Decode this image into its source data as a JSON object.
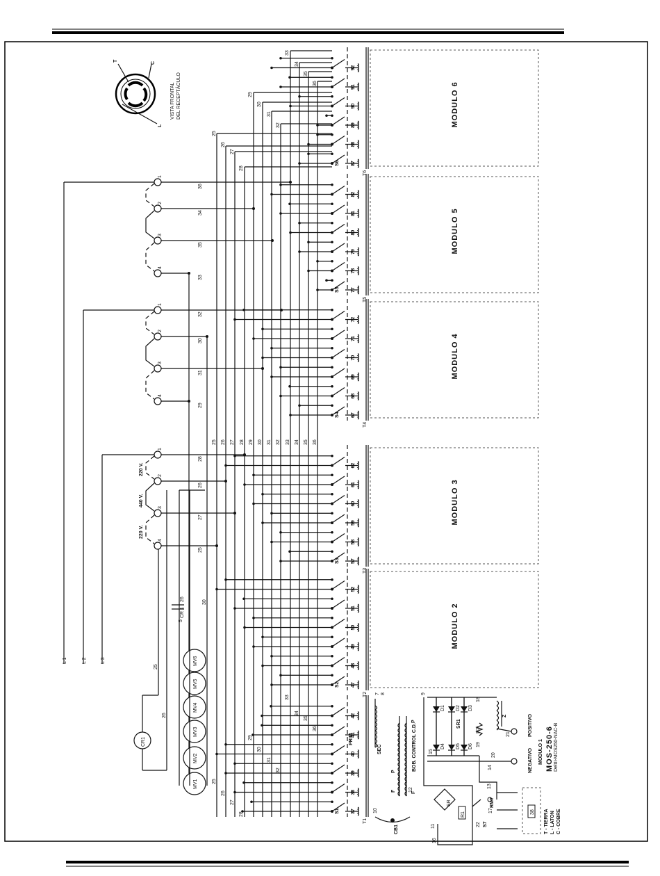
{
  "receptacle": {
    "view_label": "VISTA FRONTAL\nDEL RECEPTÁCULO",
    "pins": [
      "T",
      "C",
      "L"
    ]
  },
  "lines": [
    "L 1",
    "L 2",
    "L 3"
  ],
  "voltages": [
    "220 V.",
    "440 V.",
    "220 V."
  ],
  "terminal_numbers": [
    "1",
    "2",
    "3",
    "4"
  ],
  "modules": [
    "MODULO 2",
    "MODULO 3",
    "MODULO 4",
    "MODULO 5",
    "MODULO 6"
  ],
  "transformers": [
    "T1",
    "T2",
    "T3",
    "T4",
    "T5",
    "T6"
  ],
  "switches": [
    "S1",
    "S2",
    "S3",
    "S4",
    "S5",
    "S6",
    "S7"
  ],
  "taps": {
    "m1": [
      "37",
      "38",
      "39",
      "40",
      "41",
      "42"
    ],
    "m2": [
      "47",
      "48",
      "49",
      "50",
      "51",
      "52"
    ],
    "m3": [
      "57",
      "58",
      "59",
      "60",
      "61",
      "62"
    ],
    "m4": [
      "67",
      "68",
      "69",
      "70",
      "71",
      "72"
    ],
    "m5": [
      "77",
      "78",
      "79",
      "80",
      "81",
      "82"
    ],
    "m6": [
      "87",
      "88",
      "89",
      "90",
      "91",
      "92"
    ]
  },
  "bus_numbers": [
    "25",
    "26",
    "27",
    "28",
    "29",
    "30",
    "31",
    "32",
    "33",
    "34",
    "35",
    "36"
  ],
  "motors": [
    "MV1",
    "MV2",
    "MV3",
    "MV4",
    "MV5",
    "MV6"
  ],
  "relay": "CR1",
  "relay_contact": "CR 1",
  "relay_contact_num": "26",
  "wire_5": "5",
  "module1": {
    "title": "MODULO 1",
    "model": "MOS-250-6",
    "subtitle": "DeltII-MOS250-NAC-B",
    "prim": "PRIM",
    "sec": "SEC",
    "control_coil": "BOB. CONTROL C.D.",
    "diodes": [
      "D1",
      "D2",
      "D3",
      "D4",
      "D5",
      "D6"
    ],
    "sr": [
      "SR1",
      "SR"
    ],
    "resistors": [
      "R1",
      "R2"
    ],
    "choke": "Z",
    "positive": "POSITIVO",
    "negative": "NEGATIVO",
    "rmt": "RMT",
    "cb": "CB1",
    "coil_marks": [
      "P",
      "F"
    ],
    "wires": [
      "7",
      "8",
      "9",
      "10",
      "11",
      "12",
      "13",
      "14",
      "15",
      "16",
      "17",
      "18",
      "19",
      "20",
      "21",
      "22",
      "23"
    ]
  },
  "legend": [
    "T - TIERRA",
    "L - LATON",
    "C - COBRE"
  ]
}
